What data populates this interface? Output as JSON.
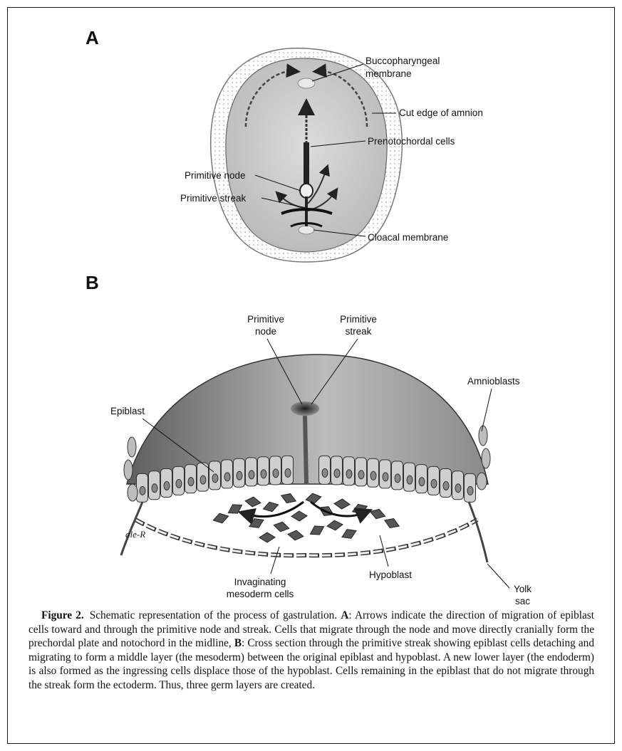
{
  "panel_a": {
    "letter": "A",
    "labels": {
      "bucco_line1": "Buccopharyngeal",
      "bucco_line2": "membrane",
      "amnion": "Cut edge of amnion",
      "prenoto": "Prenotochordal cells",
      "node": "Primitive node",
      "streak": "Primitive streak",
      "cloacal": "Cloacal membrane"
    }
  },
  "panel_b": {
    "letter": "B",
    "labels": {
      "node_line1": "Primitive",
      "node_line2": "node",
      "streak_line1": "Primitive",
      "streak_line2": "streak",
      "epiblast": "Epiblast",
      "amnioblasts": "Amnioblasts",
      "yolk_line1": "Yolk",
      "yolk_line2": "sac",
      "invag_line1": "Invaginating",
      "invag_line2": "mesoderm cells",
      "hypoblast": "Hypoblast",
      "signature": "ale-R"
    }
  },
  "caption": {
    "label": "Figure 2.",
    "s1": "Schematic representation of the process of gastrulation.",
    "a_letter": "A",
    "s2": ": Arrows indicate the direction of migration of epiblast cells toward and through the primitive node and streak. Cells that migrate through the node and move directly cranially form the prechordal plate and notochord in the midline,",
    "b_letter": "B",
    "s3": ": Cross section through the primitive streak showing epiblast cells detaching and migrating to form a middle layer (the mesoderm) between the original epiblast and hypoblast. A new lower layer (the endoderm) is also formed as the ingressing cells displace those of the hypoblast. Cells remaining in the epiblast that do not migrate through the streak form the ectoderm. Thus, three germ layers are created."
  }
}
